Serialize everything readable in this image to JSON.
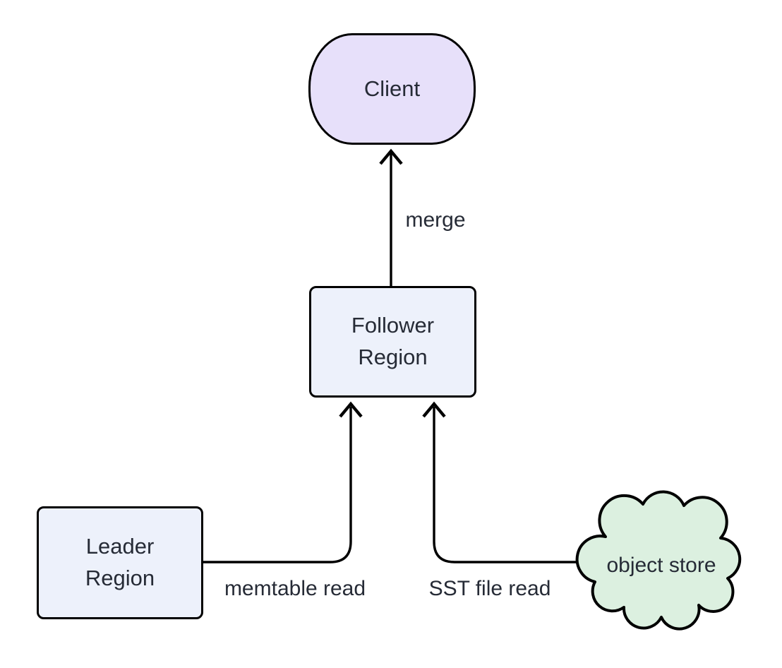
{
  "diagram": {
    "background": "#ffffff",
    "stroke_color": "#000000",
    "text_color": "#262b36",
    "nodes": {
      "client": {
        "label": "Client",
        "shape": "stadium",
        "fill": "#e7e0fa"
      },
      "follower_region": {
        "label": "Follower\nRegion",
        "shape": "rectangle",
        "fill": "#edf1fb"
      },
      "leader_region": {
        "label": "Leader\nRegion",
        "shape": "rectangle",
        "fill": "#edf1fb"
      },
      "object_store": {
        "label": "object store",
        "shape": "cloud",
        "fill": "#dcf0e0"
      }
    },
    "edges": {
      "merge": {
        "label": "merge",
        "from": "follower_region",
        "to": "client"
      },
      "memtable_read": {
        "label": "memtable read",
        "from": "leader_region",
        "to": "follower_region"
      },
      "sst_file_read": {
        "label": "SST file read",
        "from": "object_store",
        "to": "follower_region"
      }
    }
  }
}
